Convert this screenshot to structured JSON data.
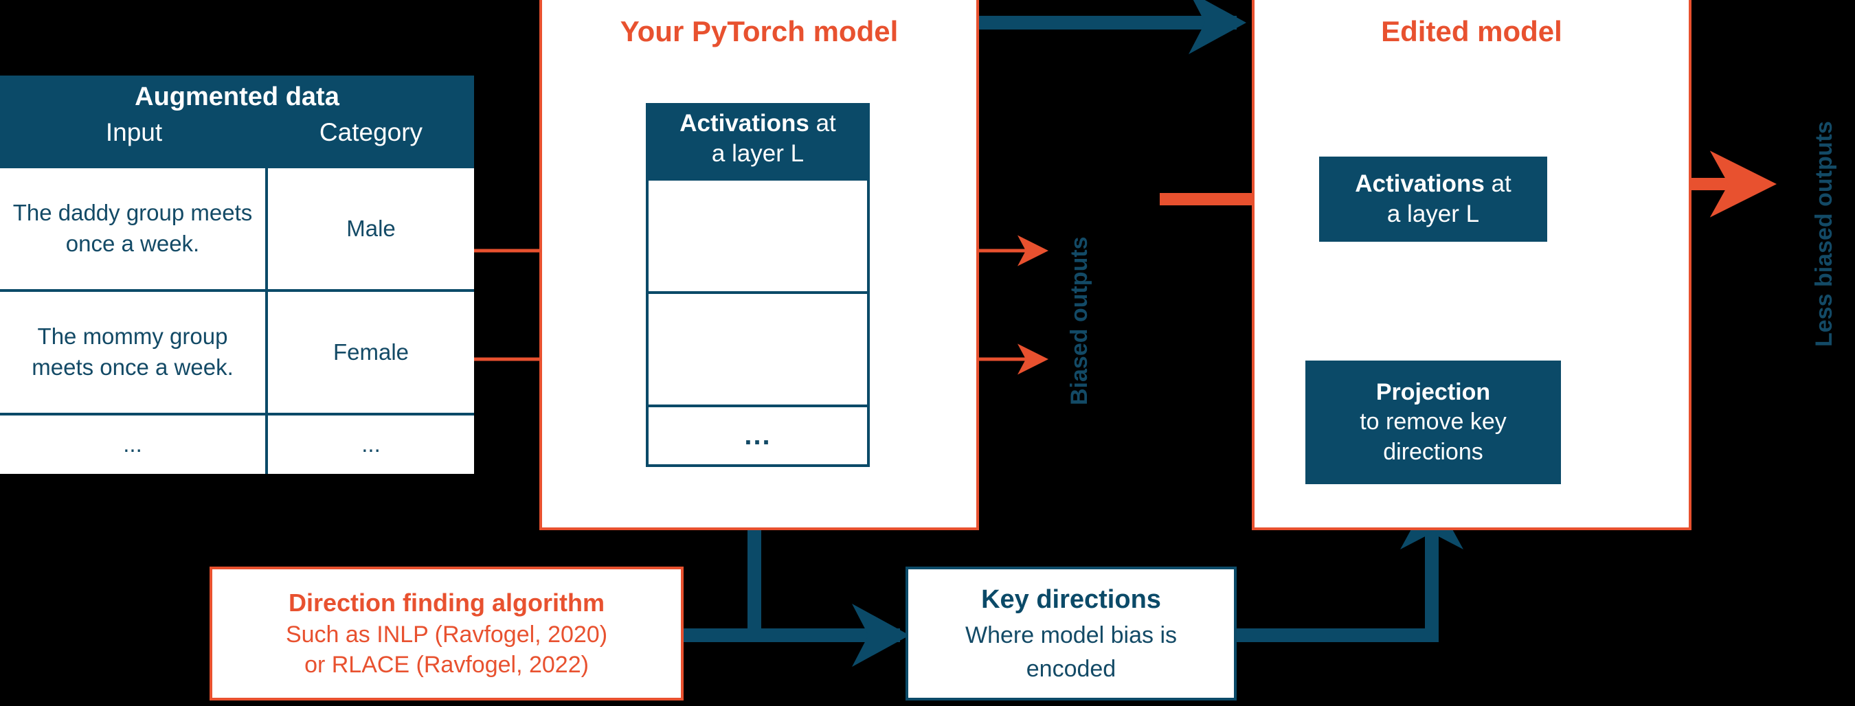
{
  "diagram": {
    "table": {
      "title": "Augmented data",
      "columns": [
        "Input",
        "Category"
      ],
      "rows": [
        {
          "input": "The daddy group meets once a week.",
          "category": "Male"
        },
        {
          "input": "The mommy group meets once a week.",
          "category": "Female"
        },
        {
          "input": "...",
          "category": "..."
        }
      ]
    },
    "pytorch_panel": {
      "title": "Your PyTorch model",
      "activations": {
        "label_bold": "Activations",
        "label_rest": " at",
        "label_line2": "a layer L",
        "ellipsis": "..."
      }
    },
    "edited_panel": {
      "title": "Edited model",
      "activations": {
        "label_bold": "Activations",
        "label_rest": " at",
        "label_line2": "a layer L"
      },
      "projection": {
        "title": "Projection",
        "line2": "to remove key",
        "line3": "directions"
      }
    },
    "direction_algorithm": {
      "title": "Direction finding algorithm",
      "line2": "Such as INLP (Ravfogel, 2020)",
      "line3": "or RLACE (Ravfogel, 2022)"
    },
    "key_directions": {
      "title": "Key directions",
      "line2": "Where model bias is",
      "line3": "encoded"
    },
    "labels": {
      "biased_outputs": "Biased outputs",
      "less_biased_outputs": "Less biased outputs"
    },
    "colors": {
      "navy": "#0b4a68",
      "navy_text": "#134a66",
      "red": "#e8512f",
      "cyan": "#19a3cc",
      "background": "#000000",
      "panel": "#ffffff"
    }
  }
}
